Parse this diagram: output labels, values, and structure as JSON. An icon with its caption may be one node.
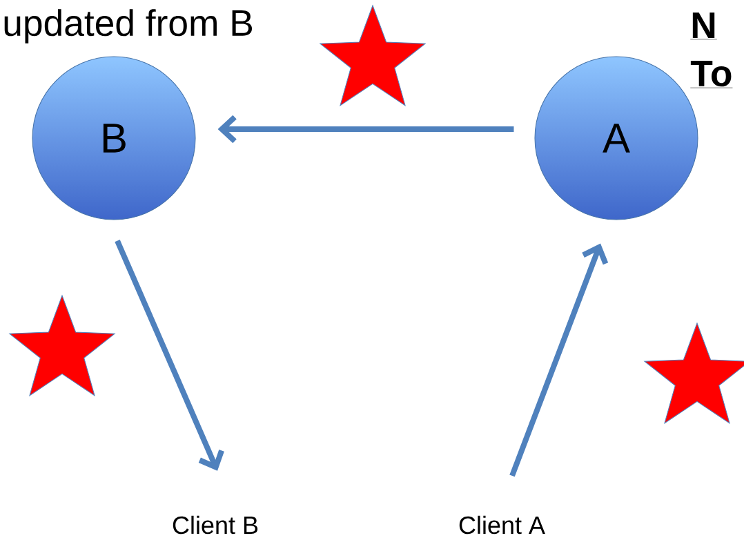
{
  "diagram": {
    "nodes": [
      {
        "text": [
          "B"
        ]
      },
      {
        "text": [
          "A"
        ]
      },
      {
        "text": [
          "Client B"
        ]
      },
      {
        "text": [
          "Client A"
        ]
      }
    ],
    "edges": [
      {
        "from": 1,
        "to": 0,
        "arrow": "to"
      },
      {
        "from": 0,
        "to": 2,
        "arrow": "to"
      },
      {
        "from": 3,
        "to": 1,
        "arrow": "to"
      }
    ],
    "labels": [
      "updated from B",
      "N",
      "To"
    ]
  }
}
